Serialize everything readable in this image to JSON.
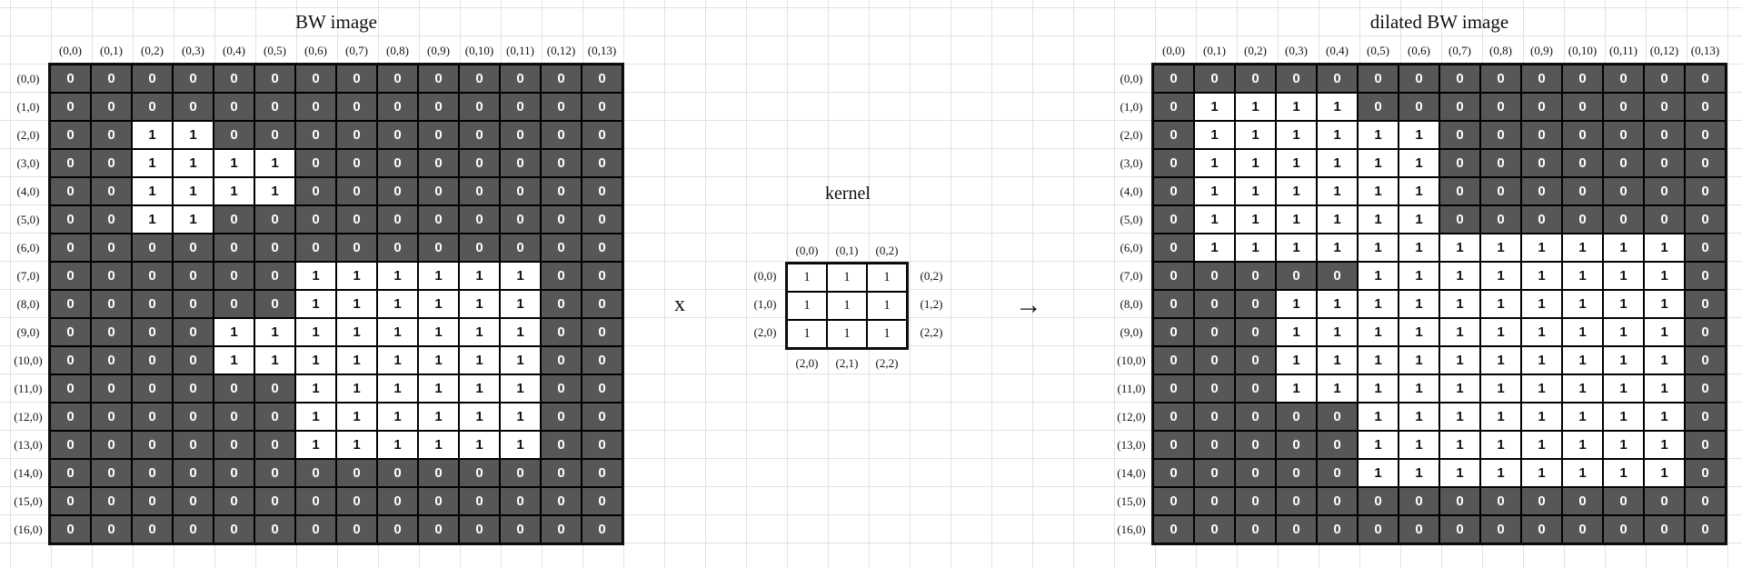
{
  "bw": {
    "title": "BW image",
    "col_labels": [
      "(0,0)",
      "(0,1)",
      "(0,2)",
      "(0,3)",
      "(0,4)",
      "(0,5)",
      "(0,6)",
      "(0,7)",
      "(0,8)",
      "(0,9)",
      "(0,10)",
      "(0,11)",
      "(0,12)",
      "(0,13)"
    ],
    "row_labels": [
      "(0,0)",
      "(1,0)",
      "(2,0)",
      "(3,0)",
      "(4,0)",
      "(5,0)",
      "(6,0)",
      "(7,0)",
      "(8,0)",
      "(9,0)",
      "(10,0)",
      "(11,0)",
      "(12,0)",
      "(13,0)",
      "(14,0)",
      "(15,0)",
      "(16,0)"
    ],
    "rows": [
      "00000000000000",
      "00000000000000",
      "00110000000000",
      "00111100000000",
      "00111100000000",
      "00110000000000",
      "00000000000000",
      "00000011111100",
      "00000011111100",
      "00001111111100",
      "00001111111100",
      "00000011111100",
      "00000011111100",
      "00000011111100",
      "00000000000000",
      "00000000000000",
      "00000000000000"
    ]
  },
  "operator": "x",
  "arrow": "→",
  "kernel": {
    "title": "kernel",
    "col_labels": [
      "(0,0)",
      "(0,1)",
      "(0,2)"
    ],
    "left_labels": [
      "(0,0)",
      "(1,0)",
      "(2,0)"
    ],
    "right_labels": [
      "(0,2)",
      "(1,2)",
      "(2,2)"
    ],
    "bottom_labels": [
      "(2,0)",
      "(2,1)",
      "(2,2)"
    ],
    "rows": [
      "111",
      "111",
      "111"
    ]
  },
  "dilated": {
    "title": "dilated BW image",
    "col_labels": [
      "(0,0)",
      "(0,1)",
      "(0,2)",
      "(0,3)",
      "(0,4)",
      "(0,5)",
      "(0,6)",
      "(0,7)",
      "(0,8)",
      "(0,9)",
      "(0,10)",
      "(0,11)",
      "(0,12)",
      "(0,13)"
    ],
    "row_labels": [
      "(0,0)",
      "(1,0)",
      "(2,0)",
      "(3,0)",
      "(4,0)",
      "(5,0)",
      "(6,0)",
      "(7,0)",
      "(8,0)",
      "(9,0)",
      "(10,0)",
      "(11,0)",
      "(12,0)",
      "(13,0)",
      "(14,0)",
      "(15,0)",
      "(16,0)"
    ],
    "rows": [
      "00000000000000",
      "01111000000000",
      "01111110000000",
      "01111110000000",
      "01111110000000",
      "01111110000000",
      "01111111111110",
      "00000111111110",
      "00011111111110",
      "00011111111110",
      "00011111111110",
      "00011111111110",
      "00000111111110",
      "00000111111110",
      "00000111111110",
      "00000000000000",
      "00000000000000"
    ]
  },
  "colors": {
    "zero_fill": "#575757",
    "one_fill": "#ffffff",
    "grid_line": "#e2e2e2"
  }
}
